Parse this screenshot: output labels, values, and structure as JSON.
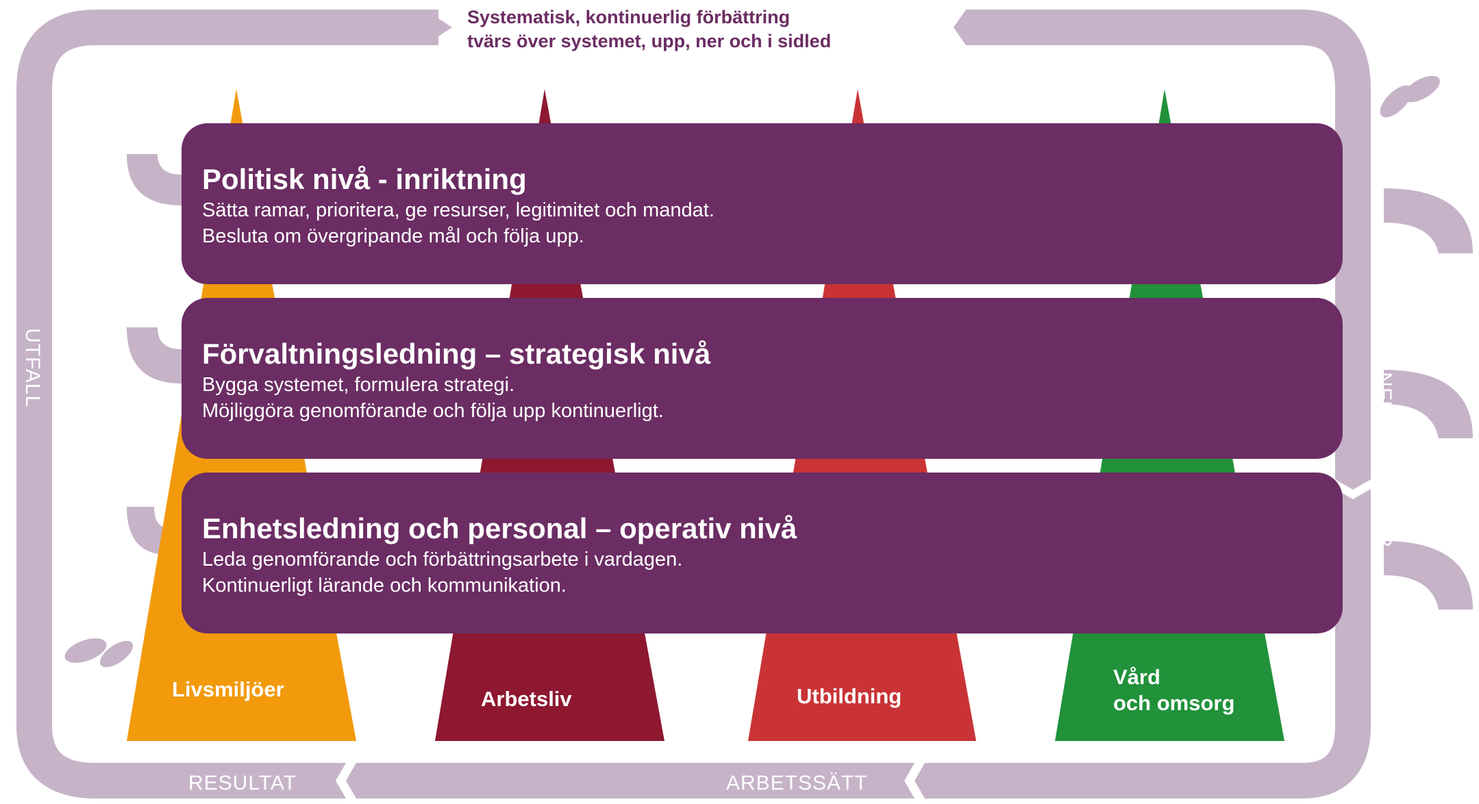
{
  "header": {
    "caption_line1": "Systematisk, kontinuerlig förbättring",
    "caption_line2": "tvärs över systemet, upp, ner och i sidled"
  },
  "frame": {
    "left_label": "UTFALL",
    "right_label": "INFRASTRUKTUR",
    "bottom_left_label": "RESULTAT",
    "bottom_right_label": "ARBETSSÄTT"
  },
  "levels": [
    {
      "title": "Politisk nivå - inriktning",
      "line1": "Sätta ramar, prioritera, ge resurser, legitimitet och mandat.",
      "line2": "Besluta om övergripande mål och följa upp."
    },
    {
      "title": "Förvaltningsledning – strategisk nivå",
      "line1": "Bygga systemet, formulera strategi.",
      "line2": "Möjliggöra genomförande och följa upp kontinuerligt."
    },
    {
      "title": "Enhetsledning och personal – operativ nivå",
      "line1": "Leda genomförande och förbättringsarbete i vardagen.",
      "line2": "Kontinuerligt lärande och kommunikation."
    }
  ],
  "pillars": [
    {
      "label_line1": "Livsmiljöer",
      "label_line2": "",
      "color": "#f29a0c"
    },
    {
      "label_line1": "Arbetsliv",
      "label_line2": "",
      "color": "#8d1830"
    },
    {
      "label_line1": "Utbildning",
      "label_line2": "",
      "color": "#c93336"
    },
    {
      "label_line1": "Vård",
      "label_line2": "och omsorg",
      "color": "#21913a"
    }
  ],
  "colors": {
    "frame": "#c6b3c8",
    "band": "#6b2d63",
    "caption": "#6b2d63"
  }
}
